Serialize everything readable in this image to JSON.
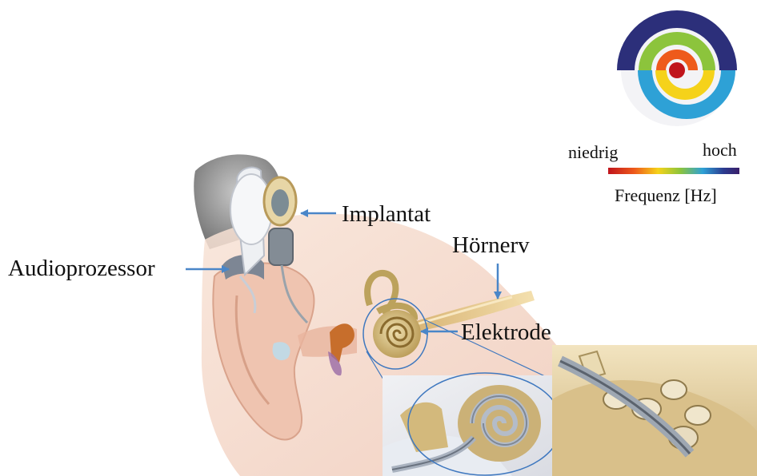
{
  "labels": {
    "implantat": "Implantat",
    "audioprozessor": "Audioprozessor",
    "hoernerv": "Hörnerv",
    "elektrode": "Elektrode"
  },
  "frequency_scale": {
    "low": "niedrig",
    "high": "hoch",
    "title": "Frequenz [Hz]",
    "gradient": [
      "#c0141c",
      "#ee5a1b",
      "#f5d21a",
      "#8cc43c",
      "#2ea1d6",
      "#2c3b8f",
      "#3a1f6a"
    ]
  },
  "colors": {
    "arrow": "#4a86c8",
    "bone": "#c9ad6a",
    "skin": "#f4d9cb",
    "nerve": "#e8c57c",
    "device": "#e6e9ee"
  },
  "icons": {
    "audio_processor": "audio-processor-icon",
    "implant": "implant-icon",
    "cochlea": "cochlea-icon"
  }
}
